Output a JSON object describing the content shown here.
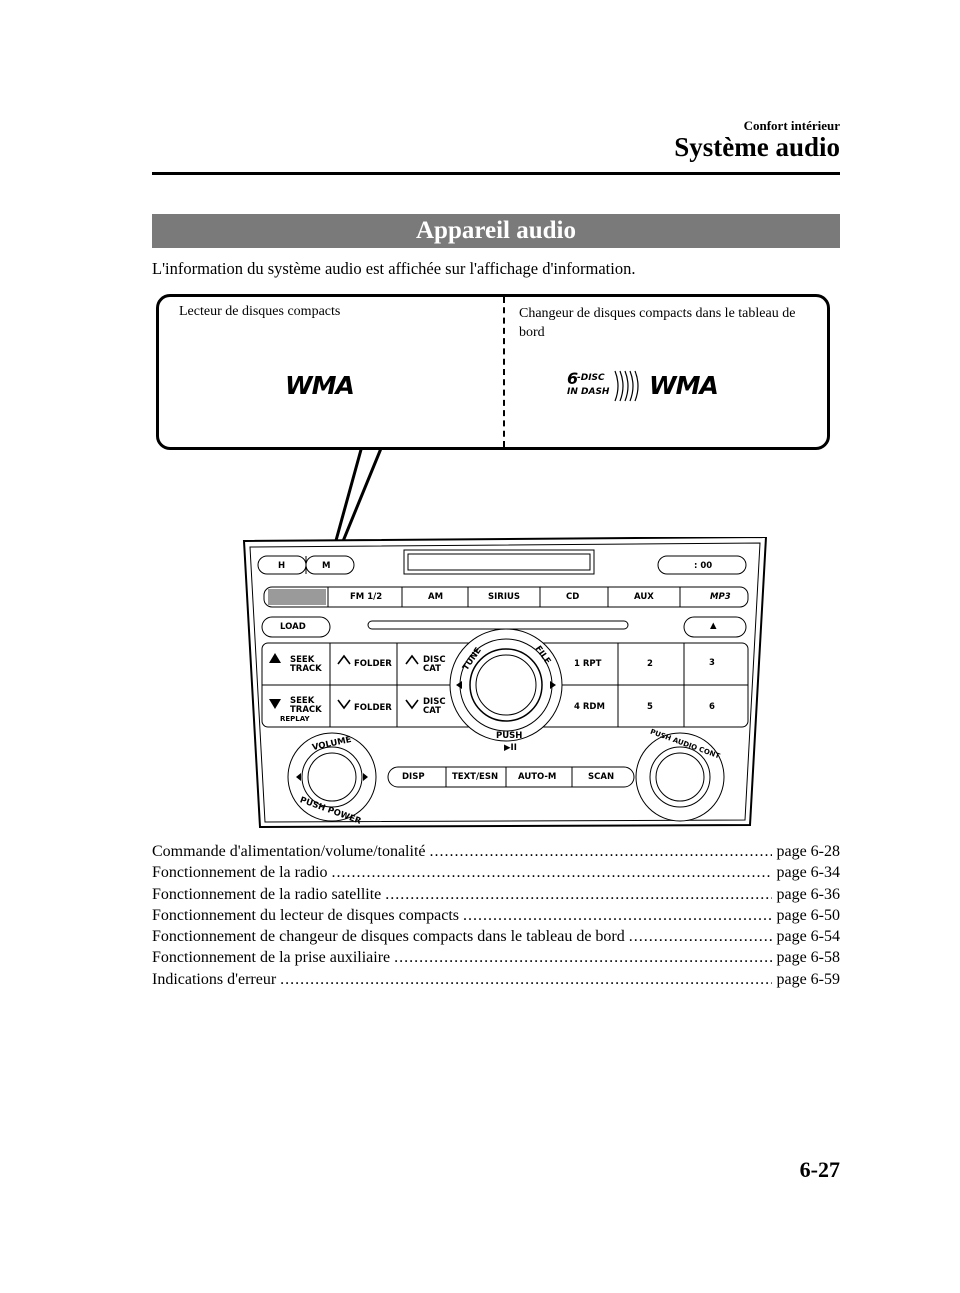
{
  "header": {
    "small": "Confort intérieur",
    "title": "Système audio"
  },
  "section": {
    "title": "Appareil audio"
  },
  "intro": "L'information du système audio est affichée sur l'affichage d'information.",
  "callout": {
    "left_label": "Lecteur de disques compacts",
    "right_label": "Changeur de disques compacts dans le tableau de bord",
    "wma_logo": "WMA",
    "disc_num": "6",
    "disc_txt1": "-DISC",
    "disc_txt2": "IN DASH"
  },
  "unit": {
    "clock_h": "H",
    "clock_m": "M",
    "clock_00": ": 00",
    "bands": [
      "FM 1/2",
      "AM",
      "SIRIUS",
      "CD",
      "AUX"
    ],
    "mp3": "MP3",
    "load": "LOAD",
    "eject": "▲",
    "seek_up": "SEEK TRACK",
    "seek_down": "SEEK TRACK",
    "replay": "REPLAY",
    "folder_up": "FOLDER",
    "folder_down": "FOLDER",
    "disc_cat_up": "DISC CAT",
    "disc_cat_down": "DISC CAT",
    "tune": "TUNE",
    "file": "FILE",
    "push": "PUSH",
    "play_pause": "▶II",
    "presets": [
      "1  RPT",
      "2",
      "3",
      "4  RDM",
      "5",
      "6"
    ],
    "volume": "VOLUME",
    "push_power": "PUSH POWER",
    "audio_cont": "PUSH AUDIO CONT",
    "disp": "DISP",
    "text_esn": "TEXT/ESN",
    "auto_m": "AUTO-M",
    "scan": "SCAN"
  },
  "toc": [
    {
      "label": "Commande d'alimentation/volume/tonalité",
      "page": "page 6-28"
    },
    {
      "label": "Fonctionnement de la radio",
      "page": "page 6-34"
    },
    {
      "label": "Fonctionnement de la radio satellite",
      "page": "page 6-36"
    },
    {
      "label": "Fonctionnement du lecteur de disques compacts",
      "page": "page 6-50"
    },
    {
      "label": "Fonctionnement de changeur de disques compacts dans le tableau de bord",
      "page": "page 6-54"
    },
    {
      "label": "Fonctionnement de la prise auxiliaire",
      "page": "page 6-58"
    },
    {
      "label": "Indications d'erreur",
      "page": "page 6-59"
    }
  ],
  "page_number": "6-27"
}
